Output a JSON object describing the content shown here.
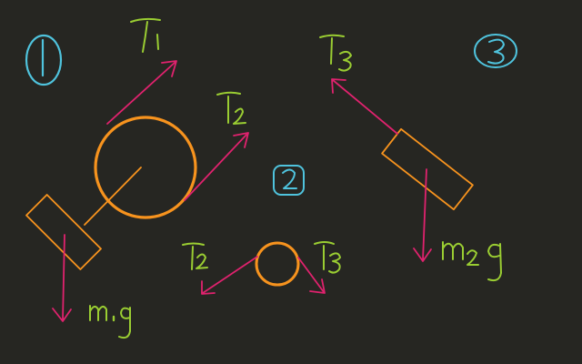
{
  "colors": {
    "background": "#262622",
    "force_arrow": "#e0226e",
    "body": "#f7931e",
    "label_green": "#9acd32",
    "label_cyan": "#4fc3dd"
  },
  "labels": {
    "panel_1": "1",
    "panel_2": "2",
    "panel_3": "3",
    "tension_1": "T1",
    "tension_2_upper": "T2",
    "tension_2_lower": "T2",
    "tension_3_lower": "T3",
    "tension_3_upper": "T3",
    "weight_1": "m1g",
    "weight_2": "m2g"
  }
}
